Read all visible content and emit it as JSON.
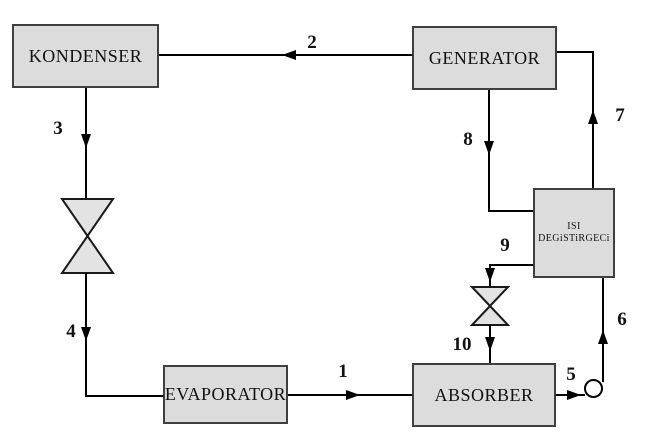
{
  "components": {
    "condenser": {
      "label": "KONDENSER"
    },
    "generator": {
      "label": "GENERATOR"
    },
    "evaporator": {
      "label": "EVAPORATOR"
    },
    "absorber": {
      "label": "ABSORBER"
    },
    "heat_exchanger": {
      "line1": "ISI",
      "line2": "DEGiSTiRGECi"
    }
  },
  "streams": {
    "s1": "1",
    "s2": "2",
    "s3": "3",
    "s4": "4",
    "s5": "5",
    "s6": "6",
    "s7": "7",
    "s8": "8",
    "s9": "9",
    "s10": "10"
  },
  "colors": {
    "background": "#ffffff",
    "box_fill": "#dcdcdc",
    "box_border": "#3f3f3f",
    "valve_fill": "#e3e3e3",
    "line": "#000000",
    "text": "#111111"
  }
}
